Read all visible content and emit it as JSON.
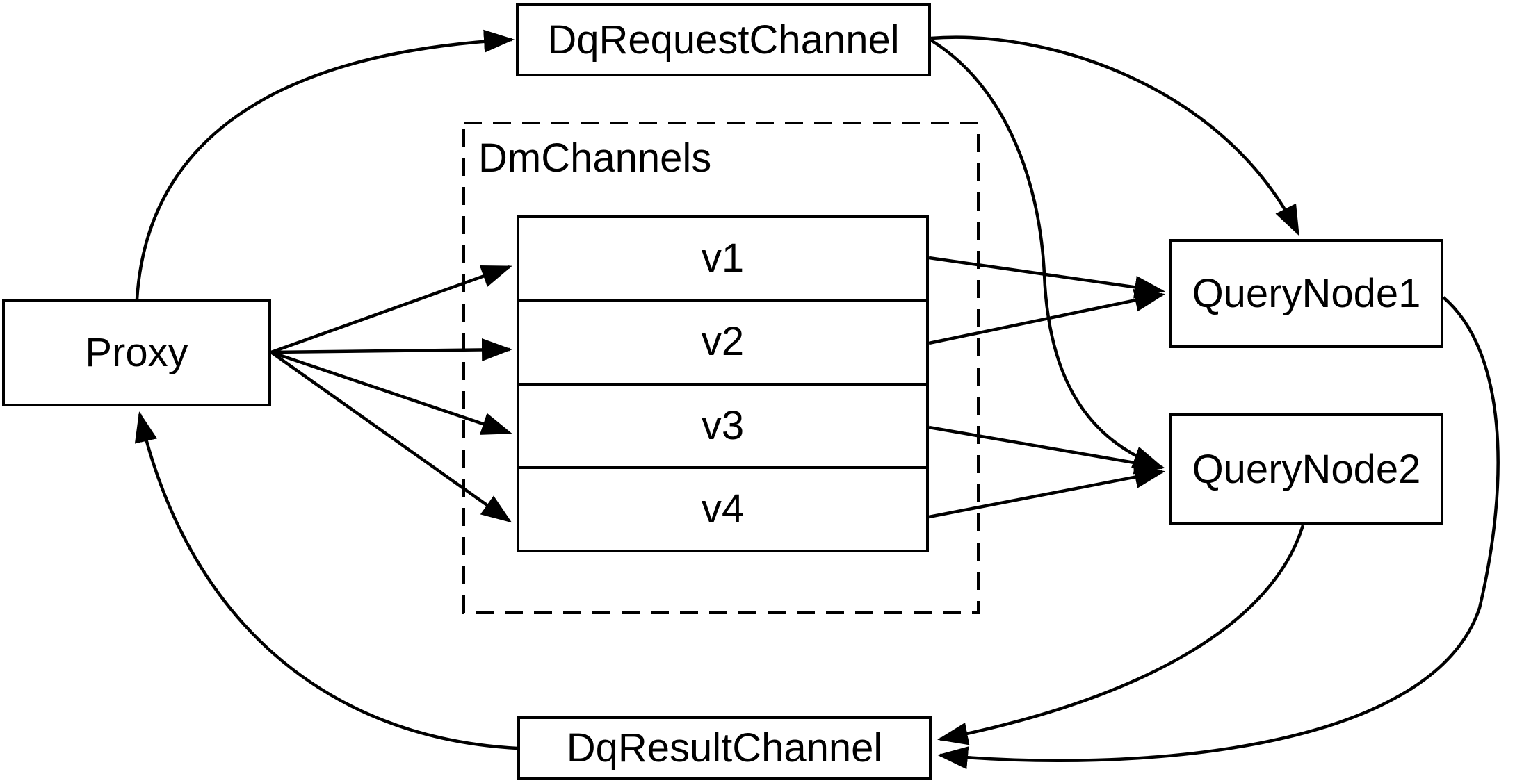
{
  "diagram": {
    "nodes": {
      "proxy": "Proxy",
      "dq_request_channel": "DqRequestChannel",
      "dm_channels_group": "DmChannels",
      "channels": [
        "v1",
        "v2",
        "v3",
        "v4"
      ],
      "query_node_1": "QueryNode1",
      "query_node_2": "QueryNode2",
      "dq_result_channel": "DqResultChannel"
    },
    "edges": [
      {
        "from": "Proxy",
        "to": "DqRequestChannel"
      },
      {
        "from": "DqRequestChannel",
        "to": "QueryNode1"
      },
      {
        "from": "DqRequestChannel",
        "to": "QueryNode2"
      },
      {
        "from": "Proxy",
        "to": "v1"
      },
      {
        "from": "Proxy",
        "to": "v2"
      },
      {
        "from": "Proxy",
        "to": "v3"
      },
      {
        "from": "Proxy",
        "to": "v4"
      },
      {
        "from": "v1",
        "to": "QueryNode1"
      },
      {
        "from": "v2",
        "to": "QueryNode1"
      },
      {
        "from": "v3",
        "to": "QueryNode2"
      },
      {
        "from": "v4",
        "to": "QueryNode2"
      },
      {
        "from": "QueryNode1",
        "to": "DqResultChannel"
      },
      {
        "from": "QueryNode2",
        "to": "DqResultChannel"
      },
      {
        "from": "DqResultChannel",
        "to": "Proxy"
      }
    ],
    "colors": {
      "stroke": "#000000",
      "background": "#ffffff"
    }
  }
}
